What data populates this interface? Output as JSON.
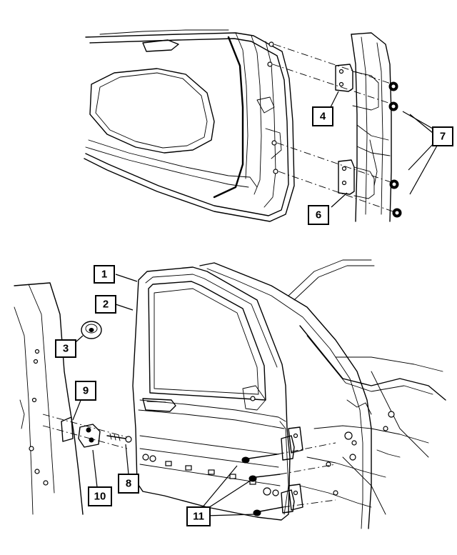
{
  "callouts": [
    {
      "id": "c1",
      "label": "1"
    },
    {
      "id": "c2",
      "label": "2"
    },
    {
      "id": "c3",
      "label": "3"
    },
    {
      "id": "c4",
      "label": "4"
    },
    {
      "id": "c6",
      "label": "6"
    },
    {
      "id": "c7",
      "label": "7"
    },
    {
      "id": "c8",
      "label": "8"
    },
    {
      "id": "c9",
      "label": "9"
    },
    {
      "id": "c10",
      "label": "10"
    },
    {
      "id": "c11",
      "label": "11"
    }
  ]
}
